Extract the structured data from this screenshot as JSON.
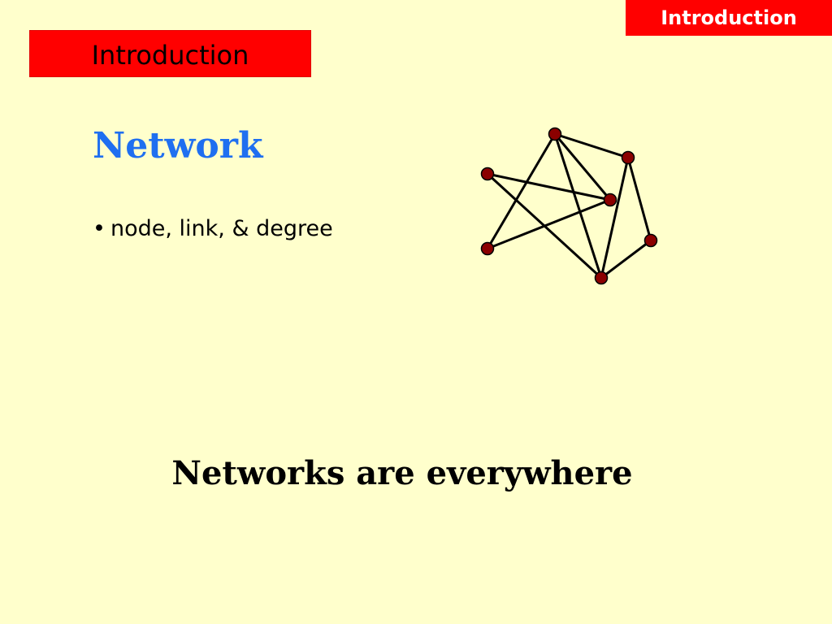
{
  "header": {
    "corner_tab": "Introduction",
    "section_label": "Introduction"
  },
  "slide": {
    "title": "Network",
    "bullet_marker": "•",
    "bullet": "node, link, & degree",
    "tagline": "Networks are everywhere"
  },
  "colors": {
    "background": "#FFFFCC",
    "header_red": "#FF0000",
    "title_blue": "#1F6FF0",
    "node_fill": "#8B0000",
    "link": "#000000"
  },
  "network": {
    "nodes": [
      "n1",
      "n2",
      "n3",
      "n4",
      "n5",
      "n6",
      "n7"
    ],
    "links": [
      [
        "n1",
        "n2"
      ],
      [
        "n1",
        "n4"
      ],
      [
        "n1",
        "n5"
      ],
      [
        "n1",
        "n7"
      ],
      [
        "n2",
        "n6"
      ],
      [
        "n2",
        "n7"
      ],
      [
        "n3",
        "n4"
      ],
      [
        "n3",
        "n7"
      ],
      [
        "n4",
        "n5"
      ],
      [
        "n6",
        "n7"
      ]
    ]
  }
}
